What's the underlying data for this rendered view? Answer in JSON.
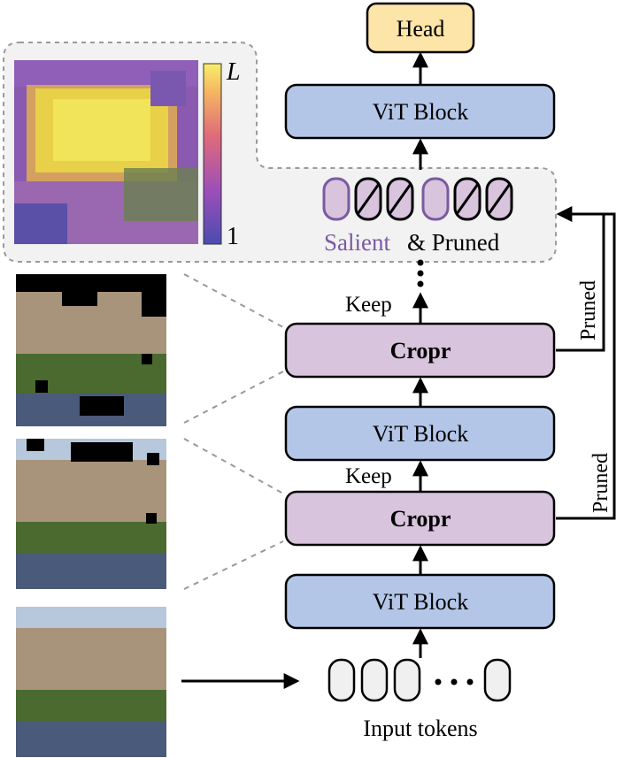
{
  "blocks": {
    "head": "Head",
    "vit_top": "ViT Block",
    "cropr_top": "Cropr",
    "vit_mid": "ViT Block",
    "cropr_bottom": "Cropr",
    "vit_bottom": "ViT Block"
  },
  "labels": {
    "keep_top": "Keep",
    "keep_bottom": "Keep",
    "pruned_top": "Pruned",
    "pruned_bottom": "Pruned",
    "input_tokens": "Input tokens",
    "salient": "Salient",
    "amp_pruned": "& Pruned"
  },
  "colorbar": {
    "max": "L",
    "min": "1"
  },
  "colors": {
    "vit": "#b4c6e8",
    "cropr": "#d8c4dc",
    "head": "#fde4a8",
    "salient": "#7b5aa0",
    "panel": "#f2f2f2"
  }
}
